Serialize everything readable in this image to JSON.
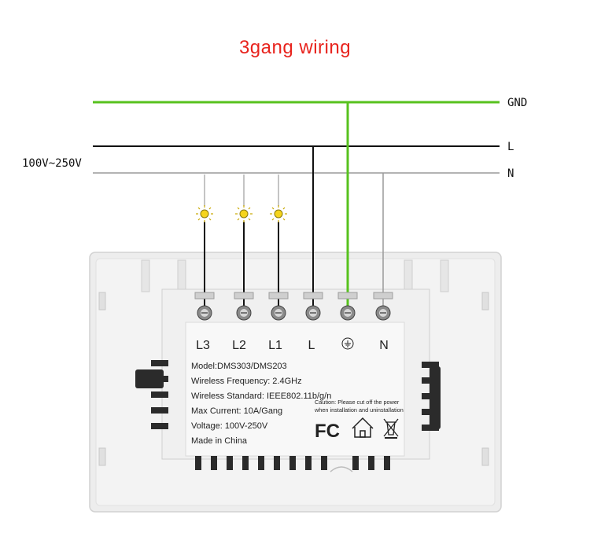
{
  "title": "3gang wiring",
  "supply_voltage": "100V~250V",
  "lines": {
    "gnd": "GND",
    "live": "L",
    "neutral": "N"
  },
  "terminals": [
    "L3",
    "L2",
    "L1",
    "L"
  ],
  "terminal_n": "N",
  "specs": [
    "Model:DMS303/DMS203",
    "Wireless Frequency: 2.4GHz",
    "Wireless Standard: IEEE802.11b/g/n",
    "Max Current: 10A/Gang",
    "Voltage: 100V-250V",
    "Made in China"
  ],
  "caution": [
    "Caution: Please cut off the power",
    "when installation and uninstallation"
  ],
  "fcc_mark": "FC",
  "colors": {
    "title": "#e8231d",
    "ground_wire": "#57c21e",
    "live_wire": "#111111",
    "neutral_wire": "#9a9a9a"
  }
}
